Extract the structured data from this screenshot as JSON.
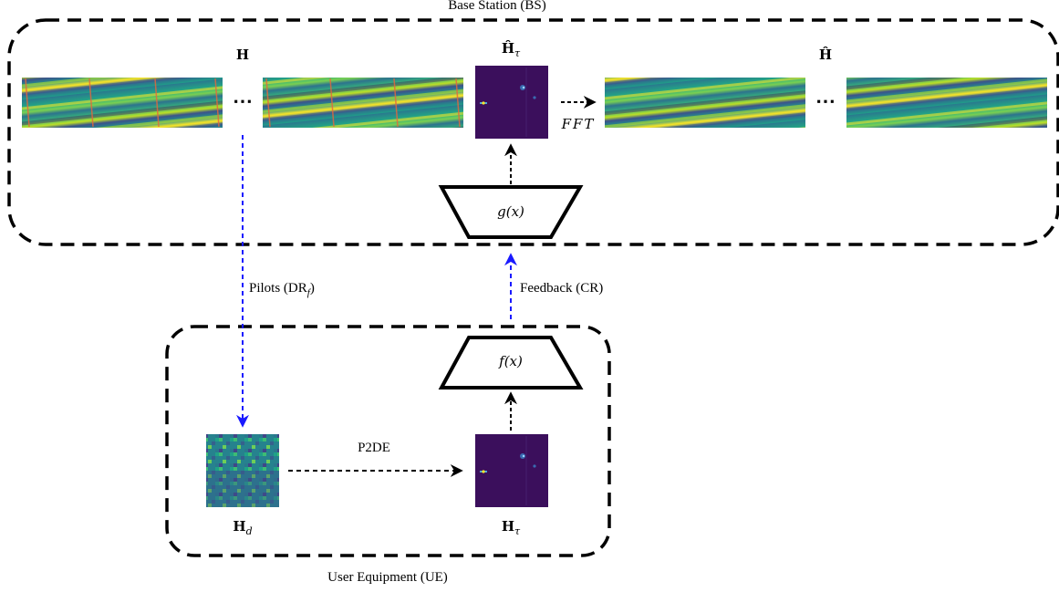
{
  "base_station": {
    "label": "Base Station (BS)"
  },
  "user_equipment": {
    "label": "User Equipment (UE)"
  },
  "labels": {
    "H": "H",
    "H_hat": "Ĥ",
    "H_hat_tau_main": "Ĥ",
    "tau": "τ",
    "H_d_main": "H",
    "d": "d",
    "H_tau_main": "H",
    "ellipsis": "⋯",
    "fft": "FFT"
  },
  "blocks": {
    "decoder": "g(x)",
    "encoder": "f(x)"
  },
  "links": {
    "pilots_main": "Pilots (DR",
    "pilots_sub": "f",
    "pilots_close": ")",
    "feedback": "Feedback (CR)",
    "p2de": "P2DE"
  },
  "colors": {
    "blue_arrow": "#1a1aff",
    "black": "#000000",
    "viridis_dark": "#440154",
    "viridis_teal": "#21918c",
    "viridis_yellow": "#fde725",
    "delay_bg": "#3b0f5c"
  }
}
